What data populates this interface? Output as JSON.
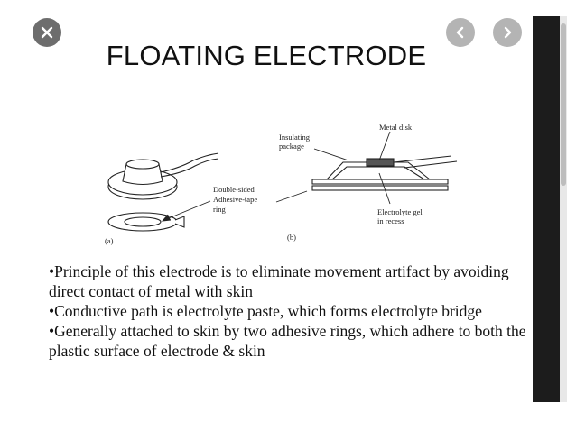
{
  "viewer": {
    "close_icon": "close-icon",
    "prev_icon": "chevron-left-icon",
    "next_icon": "chevron-right-icon"
  },
  "slide": {
    "title": "FLOATING ELECTRODE",
    "figure": {
      "label_insulating_1": "Insulating",
      "label_insulating_2": "package",
      "label_metal_disk": "Metal disk",
      "label_tape_1": "Double-sided",
      "label_tape_2": "Adhesive-tape",
      "label_tape_3": "ring",
      "label_gel_1": "Electrolyte gel",
      "label_gel_2": "in recess",
      "label_a": "(a)",
      "label_b": "(b)"
    },
    "bullets": [
      "•Principle of this electrode is to eliminate movement artifact by avoiding direct contact of metal with skin",
      "•Conductive path is electrolyte paste, which forms electrolyte bridge",
      "•Generally attached to skin by two adhesive rings, which adhere to both the plastic surface of electrode & skin"
    ]
  }
}
